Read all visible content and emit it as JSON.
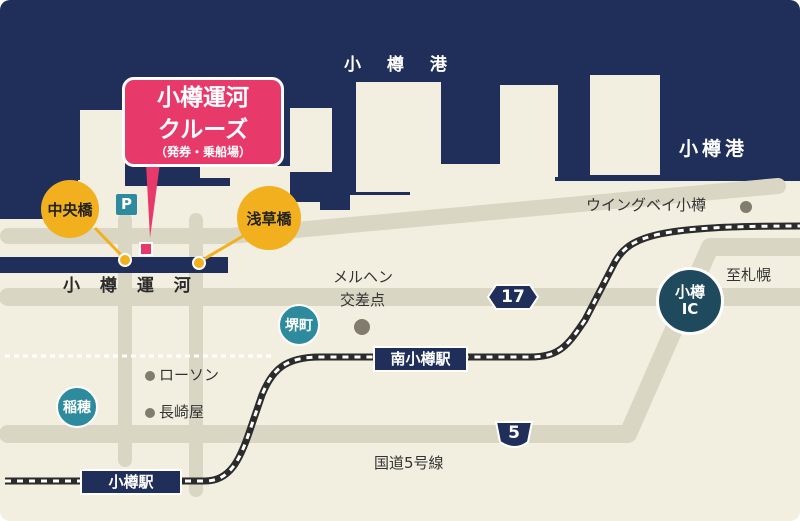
{
  "labels": {
    "port_top": "小 樽 港",
    "port_right": "小樽港",
    "cruise_name": "小樽運河クルーズ",
    "cruise_name_line1": "小樽運河",
    "cruise_name_line2": "クルーズ",
    "cruise_note": "（発券・乗船場）",
    "parking": "P",
    "bridge_chuo": "中央橋",
    "bridge_asakusa": "浅草橋",
    "canal": "小 樽 運 河",
    "wing_bay": "ウイングベイ小樽",
    "to_sapporo": "至札幌",
    "merchen_line1": "メルヘン",
    "merchen_line2": "交差点",
    "sakaimachi": "堺町",
    "inaho": "稲穂",
    "lawson": "ローソン",
    "nagasakiya": "長崎屋",
    "minami_otaru_station": "南小樽駅",
    "otaru_station": "小樽駅",
    "national_route": "国道5号線",
    "route_17": "17",
    "route_5": "5",
    "ic_line1": "小樽",
    "ic_line2": "IC"
  },
  "colors": {
    "sea": "#1f2f5a",
    "land": "#f3efe0",
    "road": "#d9d6c4",
    "cruise": "#e8396b",
    "bridge": "#f2b01e",
    "district": "#2e8b9d",
    "ic": "#1f4a5e",
    "dot": "#827c6e"
  },
  "icons": {
    "parking": "parking-icon",
    "highway": "highway-icon",
    "railway": "railway-icon"
  }
}
